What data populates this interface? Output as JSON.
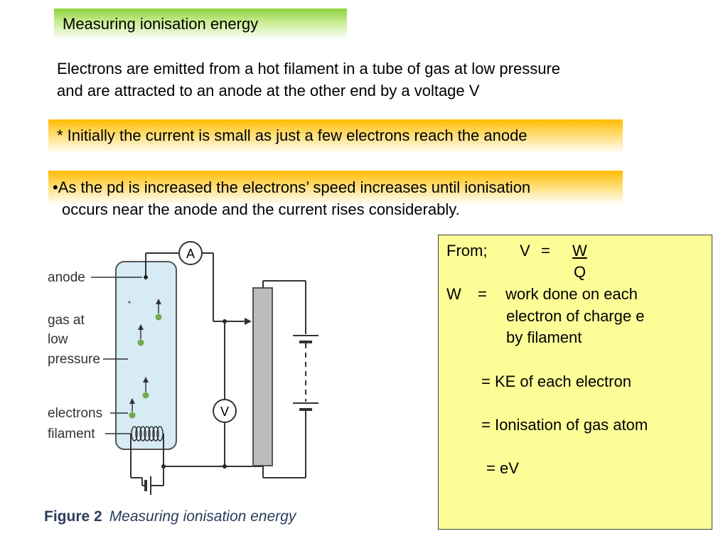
{
  "title": "Measuring ionisation energy",
  "intro": {
    "line1": "Electrons are emitted from a hot filament in a tube of gas at low pressure",
    "line2": "and are attracted to an anode at the other end by a voltage V"
  },
  "bullet1": "* Initially the current is small as just a few electrons reach the anode",
  "bullet2": {
    "line1": "•As the pd is increased the electrons’ speed increases until ionisation",
    "line2": "occurs near the anode and the current rises considerably."
  },
  "diagram": {
    "labels": {
      "anode": "anode",
      "gas1": "gas at",
      "gas2": "low",
      "gas3": "pressure",
      "electrons": "electrons",
      "filament": "filament",
      "ammeter": "A",
      "voltmeter": "V"
    },
    "caption_number": "Figure 2",
    "caption_text": "Measuring ionisation energy"
  },
  "formula": {
    "from": "From;",
    "v": "V",
    "eq": "=",
    "w": "W",
    "q": "Q",
    "w_def_lhs": "W",
    "w_def_eq": "=",
    "w_def_1": "work done on each",
    "w_def_2": "electron of charge e",
    "w_def_3": "by filament",
    "ke": "=  KE of each electron",
    "ion": "=  Ionisation of gas atom",
    "ev": "=  eV"
  },
  "colors": {
    "title_band": "#8cd23c",
    "bullet_band": "#ffbb00",
    "formula_bg": "#fdfd98",
    "tube_fill": "#d7ebf5",
    "electron_dot": "#74a84c"
  }
}
